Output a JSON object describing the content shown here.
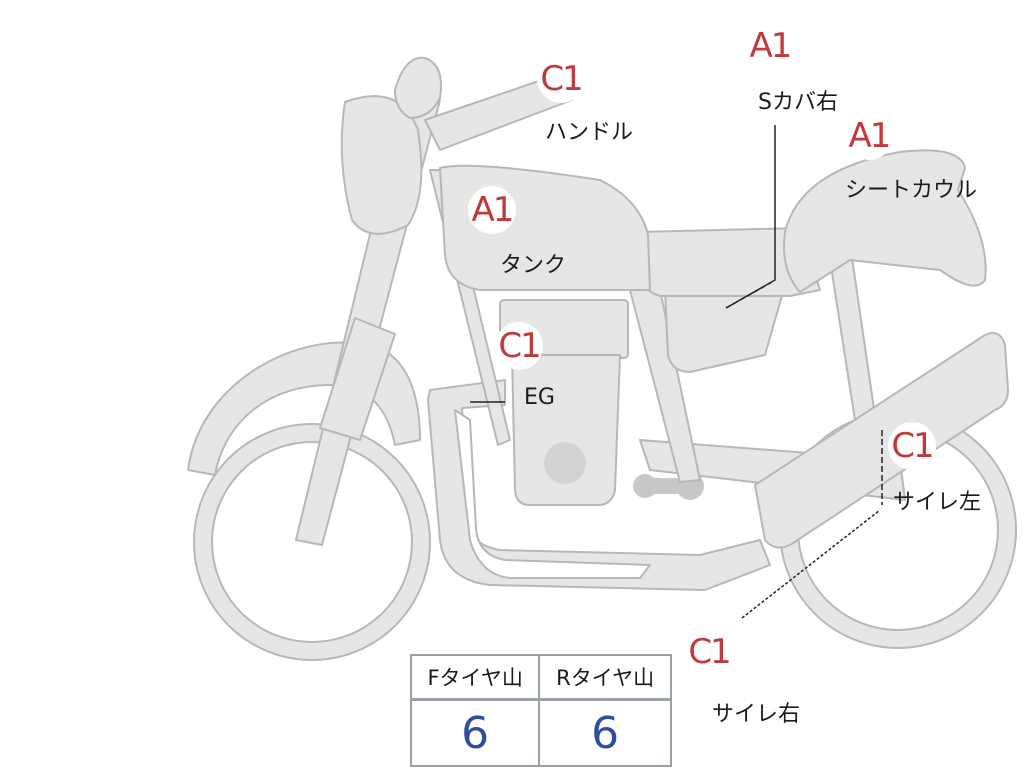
{
  "diagram": {
    "colors": {
      "part_fill": "#e6e6e4",
      "part_stroke": "#b7b7b5",
      "grade_text": "#c0393b",
      "tire_value": "#2f4f9e",
      "table_border": "#9aa0a8",
      "leader_line": "#222222"
    },
    "callouts": [
      {
        "grade": "C1",
        "part": "ハンドル"
      },
      {
        "grade": "A1",
        "part": "Sカバ右"
      },
      {
        "grade": "A1",
        "part": "シートカウル"
      },
      {
        "grade": "A1",
        "part": "タンク"
      },
      {
        "grade": "C1",
        "part": "EG"
      },
      {
        "grade": "C1",
        "part": "サイレ左"
      },
      {
        "grade": "C1",
        "part": "サイレ右"
      }
    ],
    "tire_table": {
      "headers": [
        "Fタイヤ山",
        "Rタイヤ山"
      ],
      "values": [
        "6",
        "6"
      ]
    }
  }
}
